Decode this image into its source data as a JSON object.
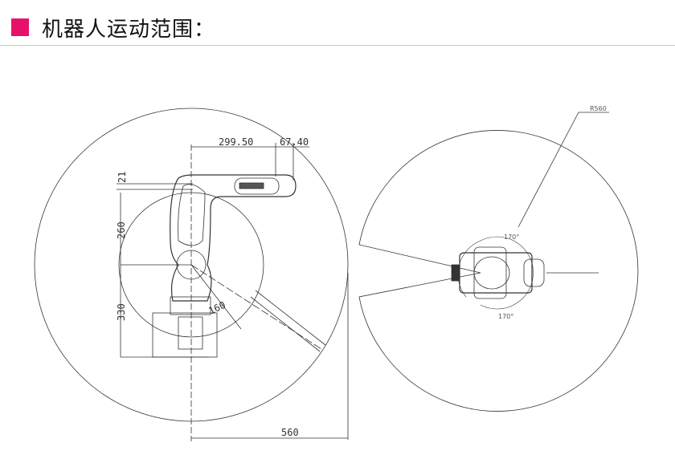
{
  "header": {
    "title": "机器人运动范围："
  },
  "side_view": {
    "dim_reach": "299.50",
    "dim_wrist": "67.40",
    "dim_21": "21",
    "dim_260": "260",
    "dim_330": "330",
    "dim_160": "160",
    "dim_560": "560"
  },
  "top_view": {
    "radius": "R560",
    "angle_top": "170°",
    "angle_bottom": "170°"
  },
  "colors": {
    "accent": "#e6126a",
    "divider": "#b8d8a0"
  }
}
